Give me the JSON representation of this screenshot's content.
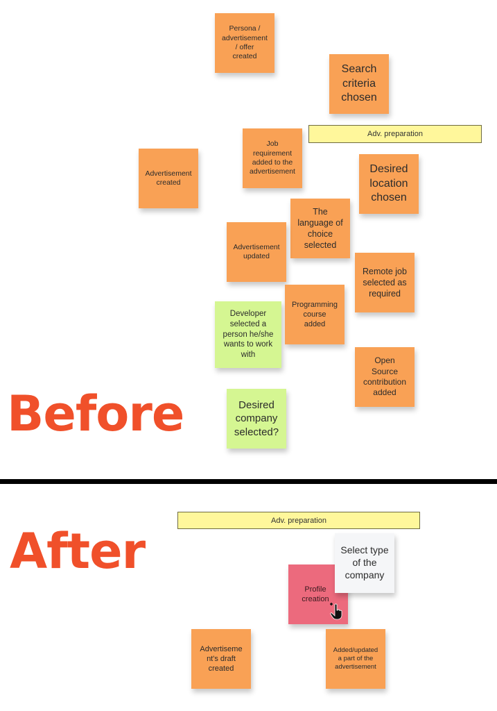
{
  "before": {
    "title": "Before",
    "band": "Adv. preparation",
    "notes": {
      "persona": "Persona /\nadvertisement\n/ offer\ncreated",
      "search": "Search\ncriteria\nchosen",
      "job_req": "Job\nrequirement\nadded to the\nadvertisement",
      "adv_created": "Advertisement\ncreated",
      "location": "Desired\nlocation\nchosen",
      "language": "The\nlanguage of\nchoice\nselected",
      "adv_updated": "Advertisement\nupdated",
      "remote": "Remote job\nselected as\nrequired",
      "developer": "Developer\nselected a\nperson he/she\nwants to work\nwith",
      "course": "Programming\ncourse\nadded",
      "open_source": "Open\nSource\ncontribution\nadded",
      "company": "Desired\ncompany\nselected?"
    }
  },
  "after": {
    "title": "After",
    "band": "Adv. preparation",
    "notes": {
      "company_type": "Select type\nof the\ncompany",
      "profile": "Profile\ncreation",
      "draft": "Advertiseme\nnt's draft\ncreated",
      "added_updated": "Added/updated\na part of the\nadvertisement"
    }
  },
  "colors": {
    "event_orange": "#f9a155",
    "actor_green": "#d5f692",
    "hotspot_pink": "#ec6a7d",
    "band_yellow": "#fff79b",
    "title_red": "#f0502a"
  },
  "icons": {
    "cursor": "hand-pointer-icon"
  }
}
